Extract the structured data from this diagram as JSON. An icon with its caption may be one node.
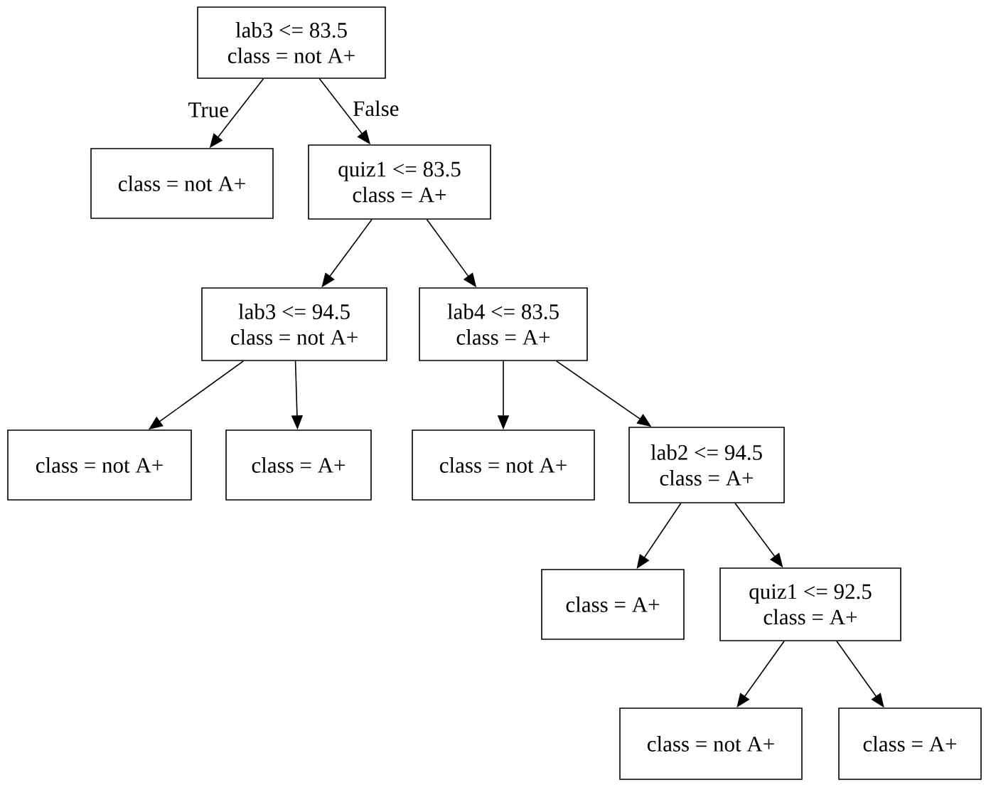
{
  "diagram": {
    "nodes": [
      {
        "text": [
          "lab3 <= 83.5",
          "class = not A+"
        ]
      },
      {
        "text": [
          "class = not A+"
        ]
      },
      {
        "text": [
          "quiz1 <= 83.5",
          "class = A+"
        ]
      },
      {
        "text": [
          "lab3 <= 94.5",
          "class = not A+"
        ]
      },
      {
        "text": [
          "lab4 <= 83.5",
          "class = A+"
        ]
      },
      {
        "text": [
          "class = not A+"
        ]
      },
      {
        "text": [
          "class = A+"
        ]
      },
      {
        "text": [
          "class = not A+"
        ]
      },
      {
        "text": [
          "lab2 <= 94.5",
          "class = A+"
        ]
      },
      {
        "text": [
          "class = A+"
        ]
      },
      {
        "text": [
          "quiz1 <= 92.5",
          "class = A+"
        ]
      },
      {
        "text": [
          "class = not A+"
        ]
      },
      {
        "text": [
          "class = A+"
        ]
      }
    ],
    "edges": [
      {
        "from": 0,
        "to": 1,
        "arrow": "to",
        "label": "True"
      },
      {
        "from": 0,
        "to": 2,
        "arrow": "to",
        "label": "False"
      },
      {
        "from": 2,
        "to": 3,
        "arrow": "to"
      },
      {
        "from": 2,
        "to": 4,
        "arrow": "to"
      },
      {
        "from": 3,
        "to": 5,
        "arrow": "to"
      },
      {
        "from": 3,
        "to": 6,
        "arrow": "to"
      },
      {
        "from": 4,
        "to": 7,
        "arrow": "to"
      },
      {
        "from": 4,
        "to": 8,
        "arrow": "to"
      },
      {
        "from": 8,
        "to": 9,
        "arrow": "to"
      },
      {
        "from": 8,
        "to": 10,
        "arrow": "to"
      },
      {
        "from": 10,
        "to": 11,
        "arrow": "to"
      },
      {
        "from": 10,
        "to": 12,
        "arrow": "to"
      }
    ]
  }
}
